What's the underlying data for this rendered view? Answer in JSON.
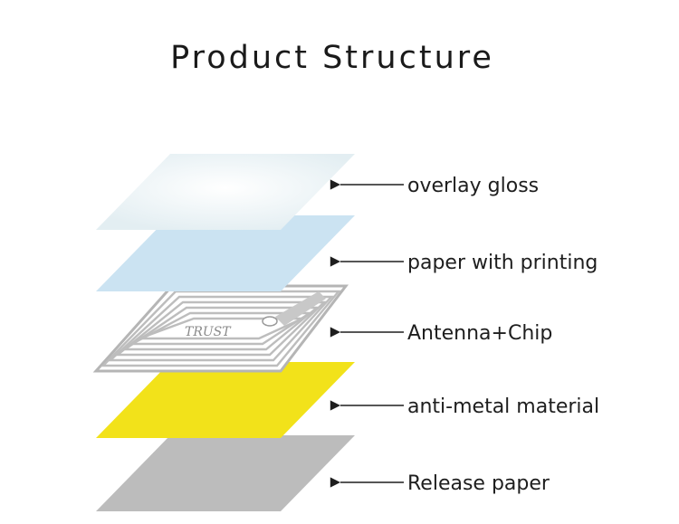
{
  "title": "Product Structure",
  "layers": [
    {
      "id": "overlay-gloss",
      "label": "overlay gloss",
      "color": "#e9f3f6"
    },
    {
      "id": "paper-with-printing",
      "label": "paper with printing",
      "color": "#cbe3f2"
    },
    {
      "id": "antenna-chip",
      "label": "Antenna+Chip",
      "color": "#bdbdbd"
    },
    {
      "id": "anti-metal-material",
      "label": "anti-metal material",
      "color": "#f2e21a"
    },
    {
      "id": "release-paper",
      "label": "Release paper",
      "color": "#bcbcbc"
    }
  ],
  "chip_logo_text": "TRUST"
}
